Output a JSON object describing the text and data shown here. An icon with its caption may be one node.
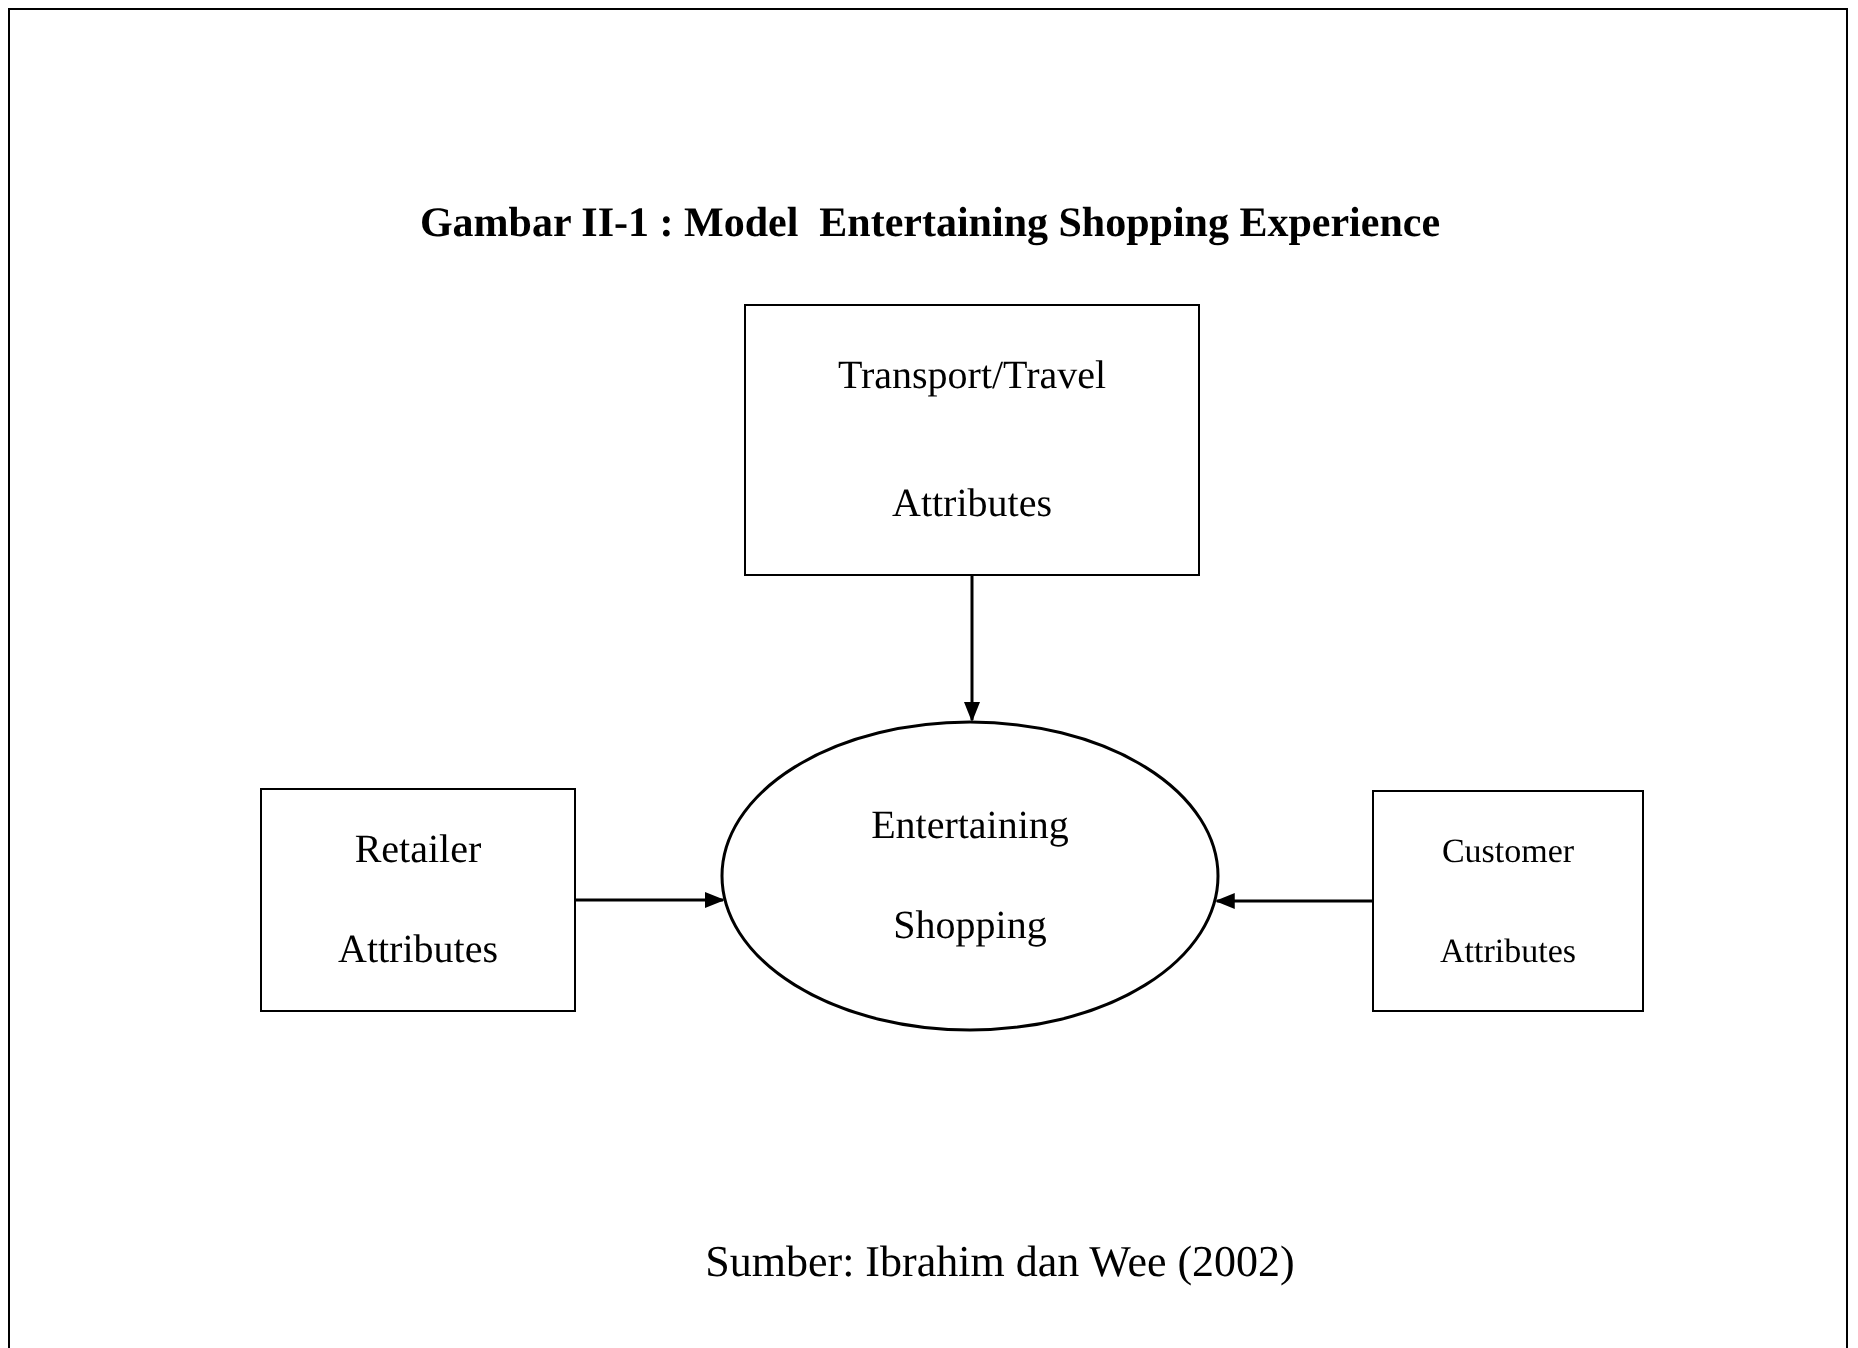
{
  "diagram": {
    "title": "Gambar II-1 : Model  Entertaining Shopping Experience",
    "nodes": [
      {
        "text": [
          "Transport/Travel Attributes"
        ]
      },
      {
        "text": [
          "Retailer Attributes"
        ]
      },
      {
        "text": [
          "Entertaining Shopping"
        ]
      },
      {
        "text": [
          "Customer Attributes"
        ]
      }
    ],
    "edges": [
      {
        "from": 0,
        "to": 2,
        "arrow": "to"
      },
      {
        "from": 1,
        "to": 2,
        "arrow": "to"
      },
      {
        "from": 3,
        "to": 2,
        "arrow": "to"
      }
    ],
    "caption": "Sumber: Ibrahim dan Wee (2002)"
  }
}
